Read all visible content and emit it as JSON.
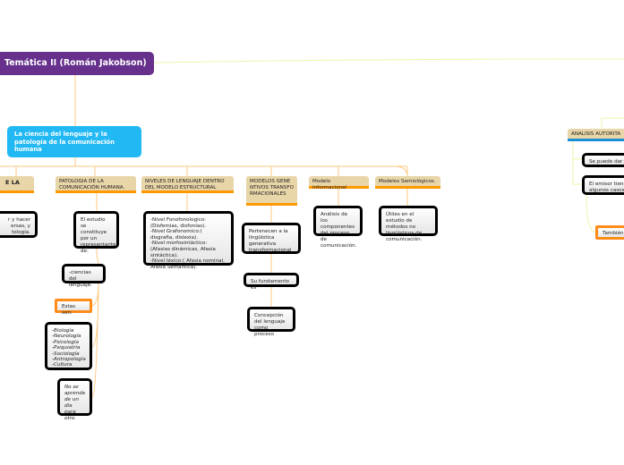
{
  "root": {
    "title": "Temática II (Román Jakobson)"
  },
  "main_topic": {
    "title": "La ciencia del lenguaje y la patología de la comunicación humana"
  },
  "branches": [
    {
      "title": "E LA",
      "children": [
        "r y hacer\nersas, y\ntología."
      ]
    },
    {
      "title": "PATOLOGIA DE LA COMUNICACIÓN HUMANA.",
      "children": [
        "El estudio se constituye por un representante de:",
        "-ciencias del lenguaje.",
        "Estas son:",
        "-Biología\n-Neurología\n-Psicología\n-Psiquiatría\n-Sociología\n-Antropología\n-Cultura",
        "No se aprende de un día para otro."
      ]
    },
    {
      "title": "NIVELES DE LENGUAJE DENTRO DEL MODELO ESTRUCTURAL",
      "children": [
        "-Nivel Fonofonologico: (Disfemias, disfonías).\n-Nivel Grafonomico:( disgrafia, dislexia).\n-Nivel morfosintáctico:(Afasias dinámicas, Afasia sintáctica).\n-Nivel léxico:( Afasia nominal, Afasia Semántica)."
      ]
    },
    {
      "title": "MODELOS GENENTIVOS TRANSFORMACIONALES",
      "children": [
        "Pertenecen a la lingüística generativa transformacional",
        "Su fundamento es",
        "Concepción del lenguaje como proceso"
      ]
    },
    {
      "title": "Modelo informacional",
      "children": [
        "Análisis de los componentes del proceso de comunicación."
      ]
    },
    {
      "title": "Modelos  Semiológicos.",
      "children": [
        "Útiles en el estudio de métodos no lingüísticos de comunicación."
      ]
    }
  ],
  "right_branch": {
    "title": "ANALISIS AUTORITA",
    "children": [
      "Se puede dar e",
      "El emisor tiene\nalgunos casos",
      "También"
    ]
  },
  "colors": {
    "root": "#66308c",
    "main": "#22b8f4",
    "topic": "#e8d5a8",
    "accent": "#ff9900",
    "right_accent": "#1a90d8"
  }
}
